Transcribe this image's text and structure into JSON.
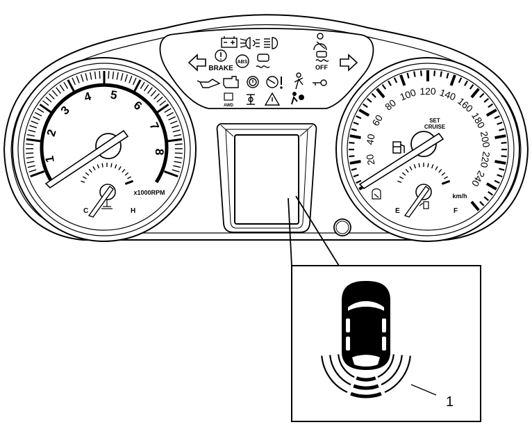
{
  "tachometer": {
    "ticks": [
      "1",
      "2",
      "3",
      "4",
      "5",
      "6",
      "7",
      "8"
    ],
    "unit": "x1000RPM",
    "temp_left": "C",
    "temp_right": "H"
  },
  "speedometer": {
    "ticks": [
      "20",
      "40",
      "60",
      "80",
      "100",
      "120",
      "140",
      "160",
      "180",
      "200",
      "220",
      "240"
    ],
    "unit": "km/h",
    "cruise_line1": "SET",
    "cruise_line2": "CRUISE",
    "fuel_left": "E",
    "fuel_right": "F"
  },
  "telltales": {
    "brake": "BRAKE",
    "abs": "ABS",
    "off": "OFF",
    "awd": "AWD"
  },
  "callout": {
    "number": "1"
  },
  "colors": {
    "ink": "#000000",
    "paper": "#ffffff",
    "tach_dial": "#ffffff",
    "screen_gray": "#b0b0b0"
  }
}
